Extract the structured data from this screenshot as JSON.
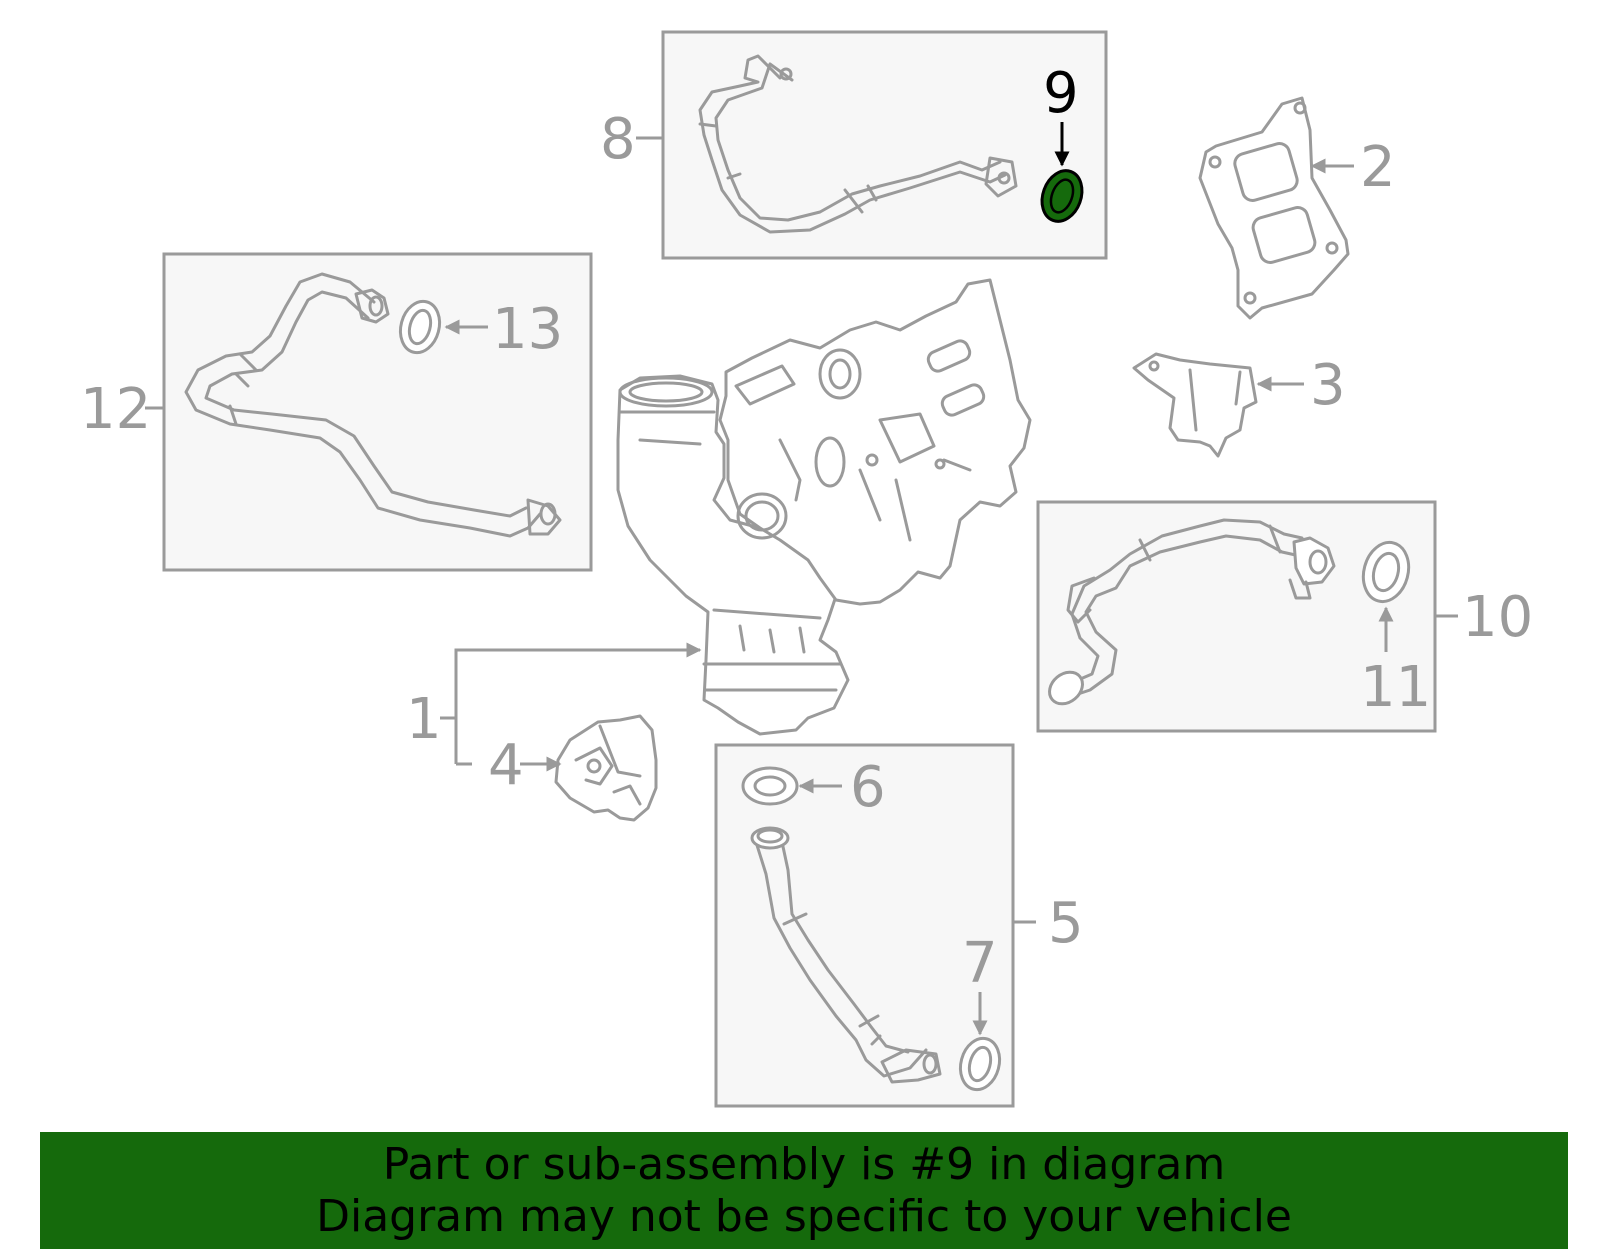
{
  "highlight_color": "#156a0c",
  "callouts": {
    "c1": "1",
    "c2": "2",
    "c3": "3",
    "c4": "4",
    "c5": "5",
    "c6": "6",
    "c7": "7",
    "c8": "8",
    "c9": "9",
    "c10": "10",
    "c11": "11",
    "c12": "12",
    "c13": "13"
  },
  "selected_part": "9",
  "banner": {
    "line1": "Part or sub-assembly is #9 in diagram",
    "line2": "Diagram may not be specific to your vehicle"
  }
}
